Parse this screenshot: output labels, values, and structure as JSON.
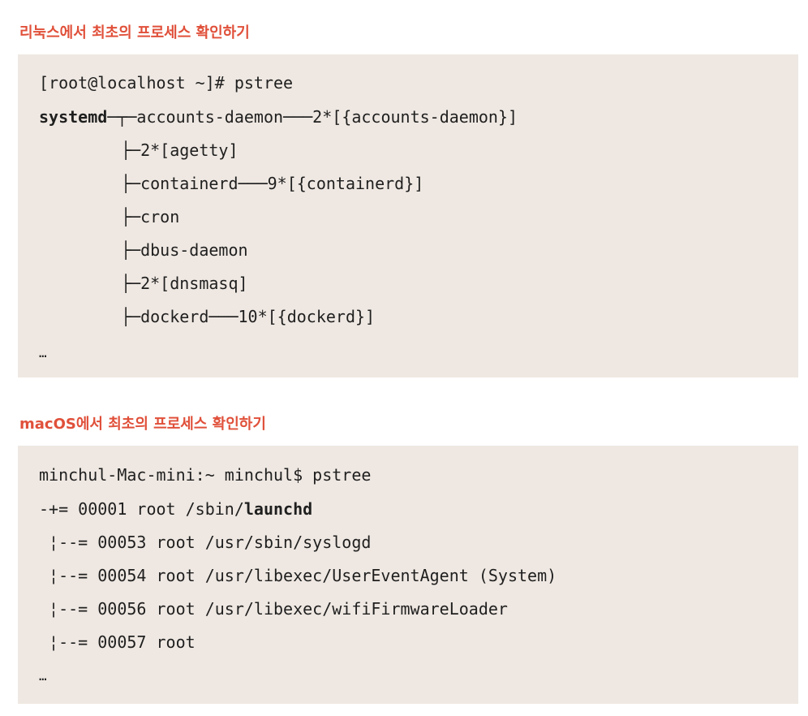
{
  "linux": {
    "heading": "리눅스에서 최초의 프로세스 확인하기",
    "prompt": "[root@localhost ~]# pstree",
    "root_name": "systemd",
    "root_connector": "─┬─",
    "root_child": "accounts-daemon───2*[{accounts-daemon}]",
    "branches": [
      "├─2*[agetty]",
      "├─containerd───9*[{containerd}]",
      "├─cron",
      "├─dbus-daemon",
      "├─2*[dnsmasq]",
      "├─dockerd───10*[{dockerd}]"
    ],
    "ellipsis": "…"
  },
  "macos": {
    "heading": "macOS에서 최초의 프로세스 확인하기",
    "prompt": "minchul-Mac-mini:~ minchul$ pstree",
    "root_prefix": "-+= 00001 root /sbin/",
    "root_bold": "launchd",
    "children": [
      " ¦--= 00053 root /usr/sbin/syslogd",
      " ¦--= 00054 root /usr/libexec/UserEventAgent (System)",
      " ¦--= 00056 root /usr/libexec/wifiFirmwareLoader",
      " ¦--= 00057 root"
    ],
    "ellipsis": "…"
  }
}
